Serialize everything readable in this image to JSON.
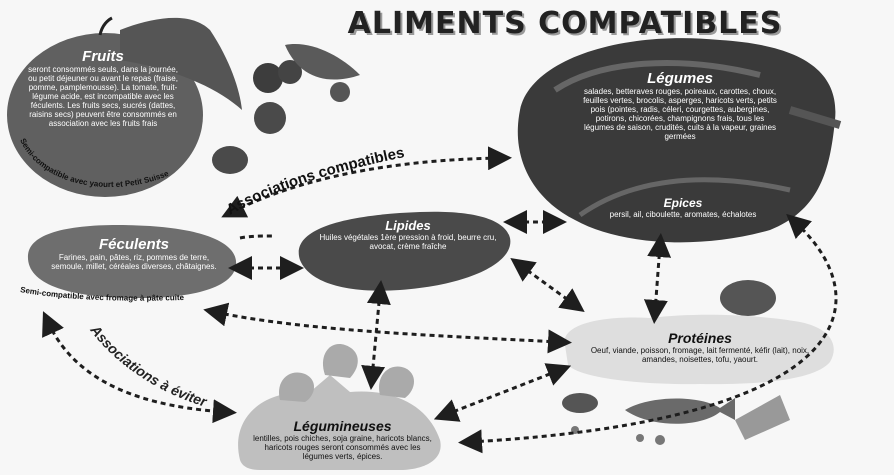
{
  "title": "ALIMENTS COMPATIBLES",
  "fruits": {
    "heading": "Fruits",
    "text": "seront consommés seuls, dans la journée, ou petit déjeuner ou avant le repas (fraise, pomme, pamplemousse). La tomate, fruit-légume acide, est incompatible avec les féculents. Les fruits secs, sucrés (dattes, raisins secs) peuvent être consommés en association avec les fruits frais",
    "arc_label": "Semi-compatible avec yaourt et Petit Suisse"
  },
  "legumes": {
    "heading": "Légumes",
    "text": "salades, betteraves rouges, poireaux, carottes, choux, feuilles vertes, brocolis, asperges, haricots verts, petits pois (pointes, radis, céleri, courgettes, aubergines, potirons, chicorées, champignons frais, tous les légumes de saison, crudités, cuits à la vapeur, graines germées"
  },
  "epices": {
    "heading": "Epices",
    "text": "persil, ail, ciboulette, aromates, échalotes"
  },
  "lipides": {
    "heading": "Lipides",
    "text": "Huiles végétales 1ère pression à froid, beurre cru, avocat, crème fraîche"
  },
  "feculents": {
    "heading": "Féculents",
    "text": "Farines, pain, pâtes, riz, pommes de terre, semoule, millet, céréales diverses, châtaignes.",
    "arc_label": "Semi-compatible avec fromage à pâte cuite"
  },
  "proteines": {
    "heading": "Protéines",
    "text": "Oeuf, viande, poisson, fromage, lait fermenté, kéfir (lait), noix, amandes, noisettes, tofu, yaourt."
  },
  "legumineuses": {
    "heading": "Légumineuses",
    "text": "lentilles, pois chiches, soja graine, haricots blancs, haricots rouges seront consommés avec les légumes verts, épices."
  },
  "labels": {
    "compatibles": "Associations compatibles",
    "eviter": "Associations à éviter"
  },
  "colors": {
    "background": "#f7f7f7",
    "dark_blob": "#3a3a3a",
    "mid_blob": "#6e6e6e",
    "light_blob": "#dedede",
    "arrow": "#1e1e1e"
  }
}
